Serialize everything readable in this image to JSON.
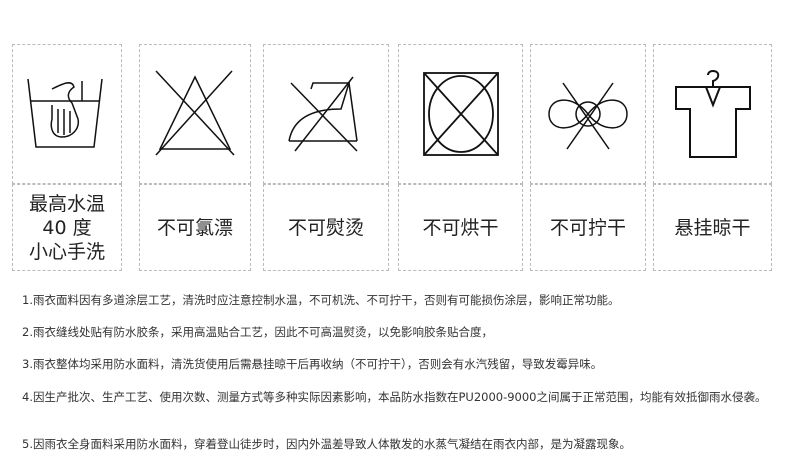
{
  "care_table": {
    "items": [
      {
        "icon": "hand-wash-icon",
        "label_lines": [
          "最高水温",
          "40 度",
          "小心手洗"
        ]
      },
      {
        "icon": "no-bleach-icon",
        "label": "不可氯漂"
      },
      {
        "icon": "no-iron-icon",
        "label": "不可熨烫"
      },
      {
        "icon": "no-tumble-dry-icon",
        "label": "不可烘干"
      },
      {
        "icon": "no-wring-icon",
        "label": "不可拧干"
      },
      {
        "icon": "hang-dry-icon",
        "label": "悬挂晾干"
      }
    ]
  },
  "notes": [
    "1.雨衣面料因有多道涂层工艺，清洗时应注意控制水温，不可机洗、不可拧干，否则有可能损伤涂层，影响正常功能。",
    "2.雨衣缝线处贴有防水胶条，采用高温贴合工艺，因此不可高温熨烫，以免影响胶条贴合度，",
    "3.雨衣整体均采用防水面料，清洗货使用后需悬挂晾干后再收纳（不可拧干），否则会有水汽残留，导致发霉异味。",
    "4.因生产批次、生产工艺、使用次数、测量方式等多种实际因素影响，本品防水指数在PU2000-9000之间属于正常范围，均能有效抵御雨水侵袭。",
    "5.因雨衣全身面料采用防水面料，穿着登山徒步时，因内外温差导致人体散发的水蒸气凝结在雨衣内部，是为凝露现象。"
  ]
}
